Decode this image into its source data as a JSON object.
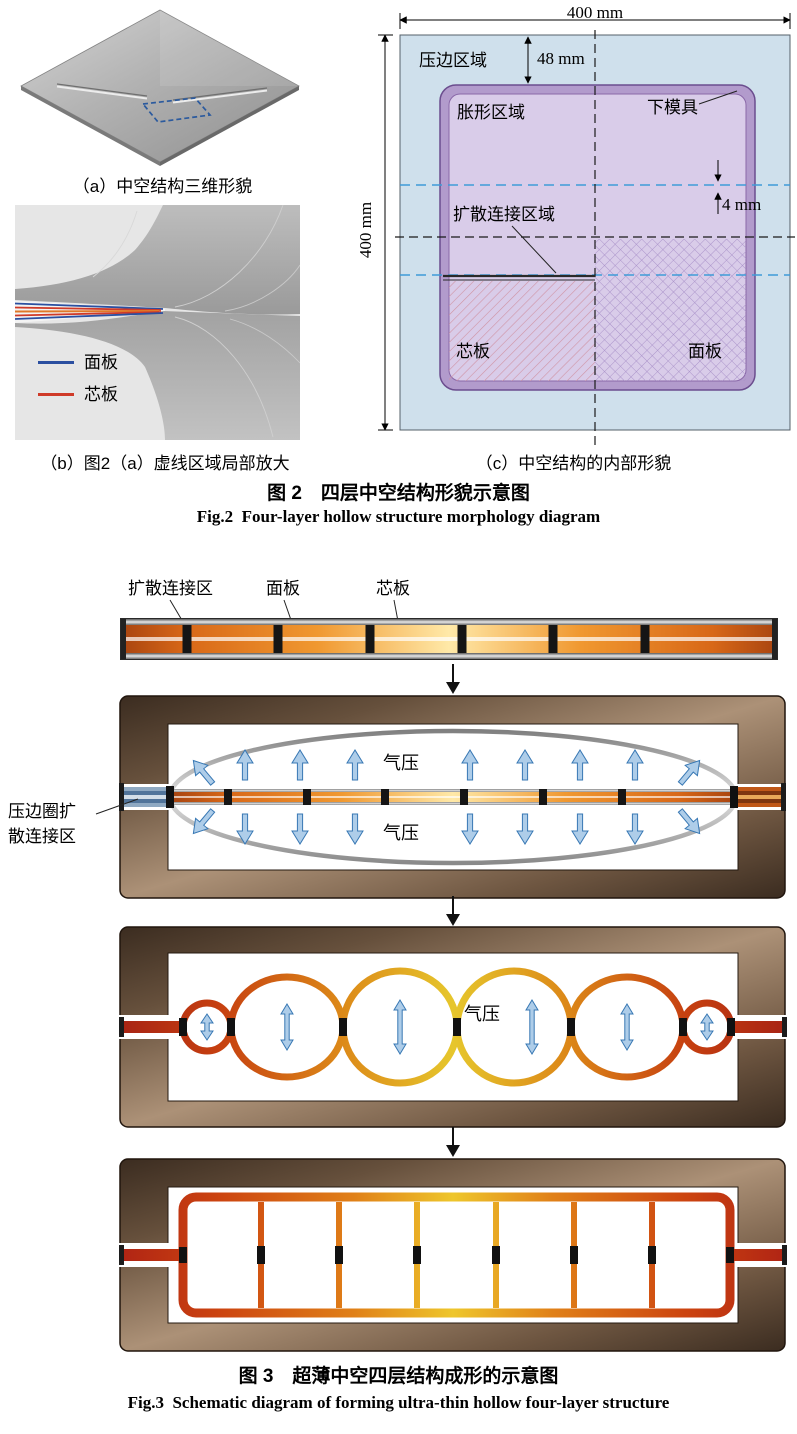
{
  "fig2": {
    "panel_a": {
      "caption": "（a）中空结构三维形貌"
    },
    "panel_b": {
      "caption": "（b）图2（a）虚线区域局部放大",
      "legend_face": "面板",
      "legend_core": "芯板"
    },
    "panel_c": {
      "caption": "（c）中空结构的内部形貌",
      "dim_width": "400 mm",
      "dim_height": "400 mm",
      "dim_flange": "48 mm",
      "dim_gap": "4 mm",
      "flange_region": "压边区域",
      "bulge_region": "胀形区域",
      "lower_die": "下模具",
      "diffusion_region": "扩散连接区域",
      "core_sheet": "芯板",
      "face_sheet": "面板"
    },
    "caption_zh": "图 2　四层中空结构形貌示意图",
    "caption_en": "Fig.2  Four-layer hollow structure morphology diagram"
  },
  "fig3": {
    "stage1": {
      "diffusion_zone": "扩散连接区",
      "face_sheet": "面板",
      "core_sheet": "芯板"
    },
    "stage2": {
      "gas_top": "气压",
      "gas_bottom": "气压",
      "flange_line1": "压边圈扩",
      "flange_line2": "散连接区"
    },
    "stage3": {
      "gas": "气压"
    },
    "caption_zh": "图 3　超薄中空四层结构成形的示意图",
    "caption_en": "Fig.3  Schematic diagram of forming ultra-thin hollow four-layer structure"
  },
  "colors": {
    "blank_sheet_blue": "#cfe0ec",
    "die_purple": "#b29bcc",
    "die_inner_purple": "#d9cce9",
    "mold_brown": "#66503c",
    "heated_metal_orange": "#e08018",
    "heated_metal_red": "#b02414",
    "pressure_arrow_blue": "#aecde9",
    "face_sheet_legend_blue": "#2b4fa0",
    "core_sheet_legend_red": "#cf3a28"
  }
}
